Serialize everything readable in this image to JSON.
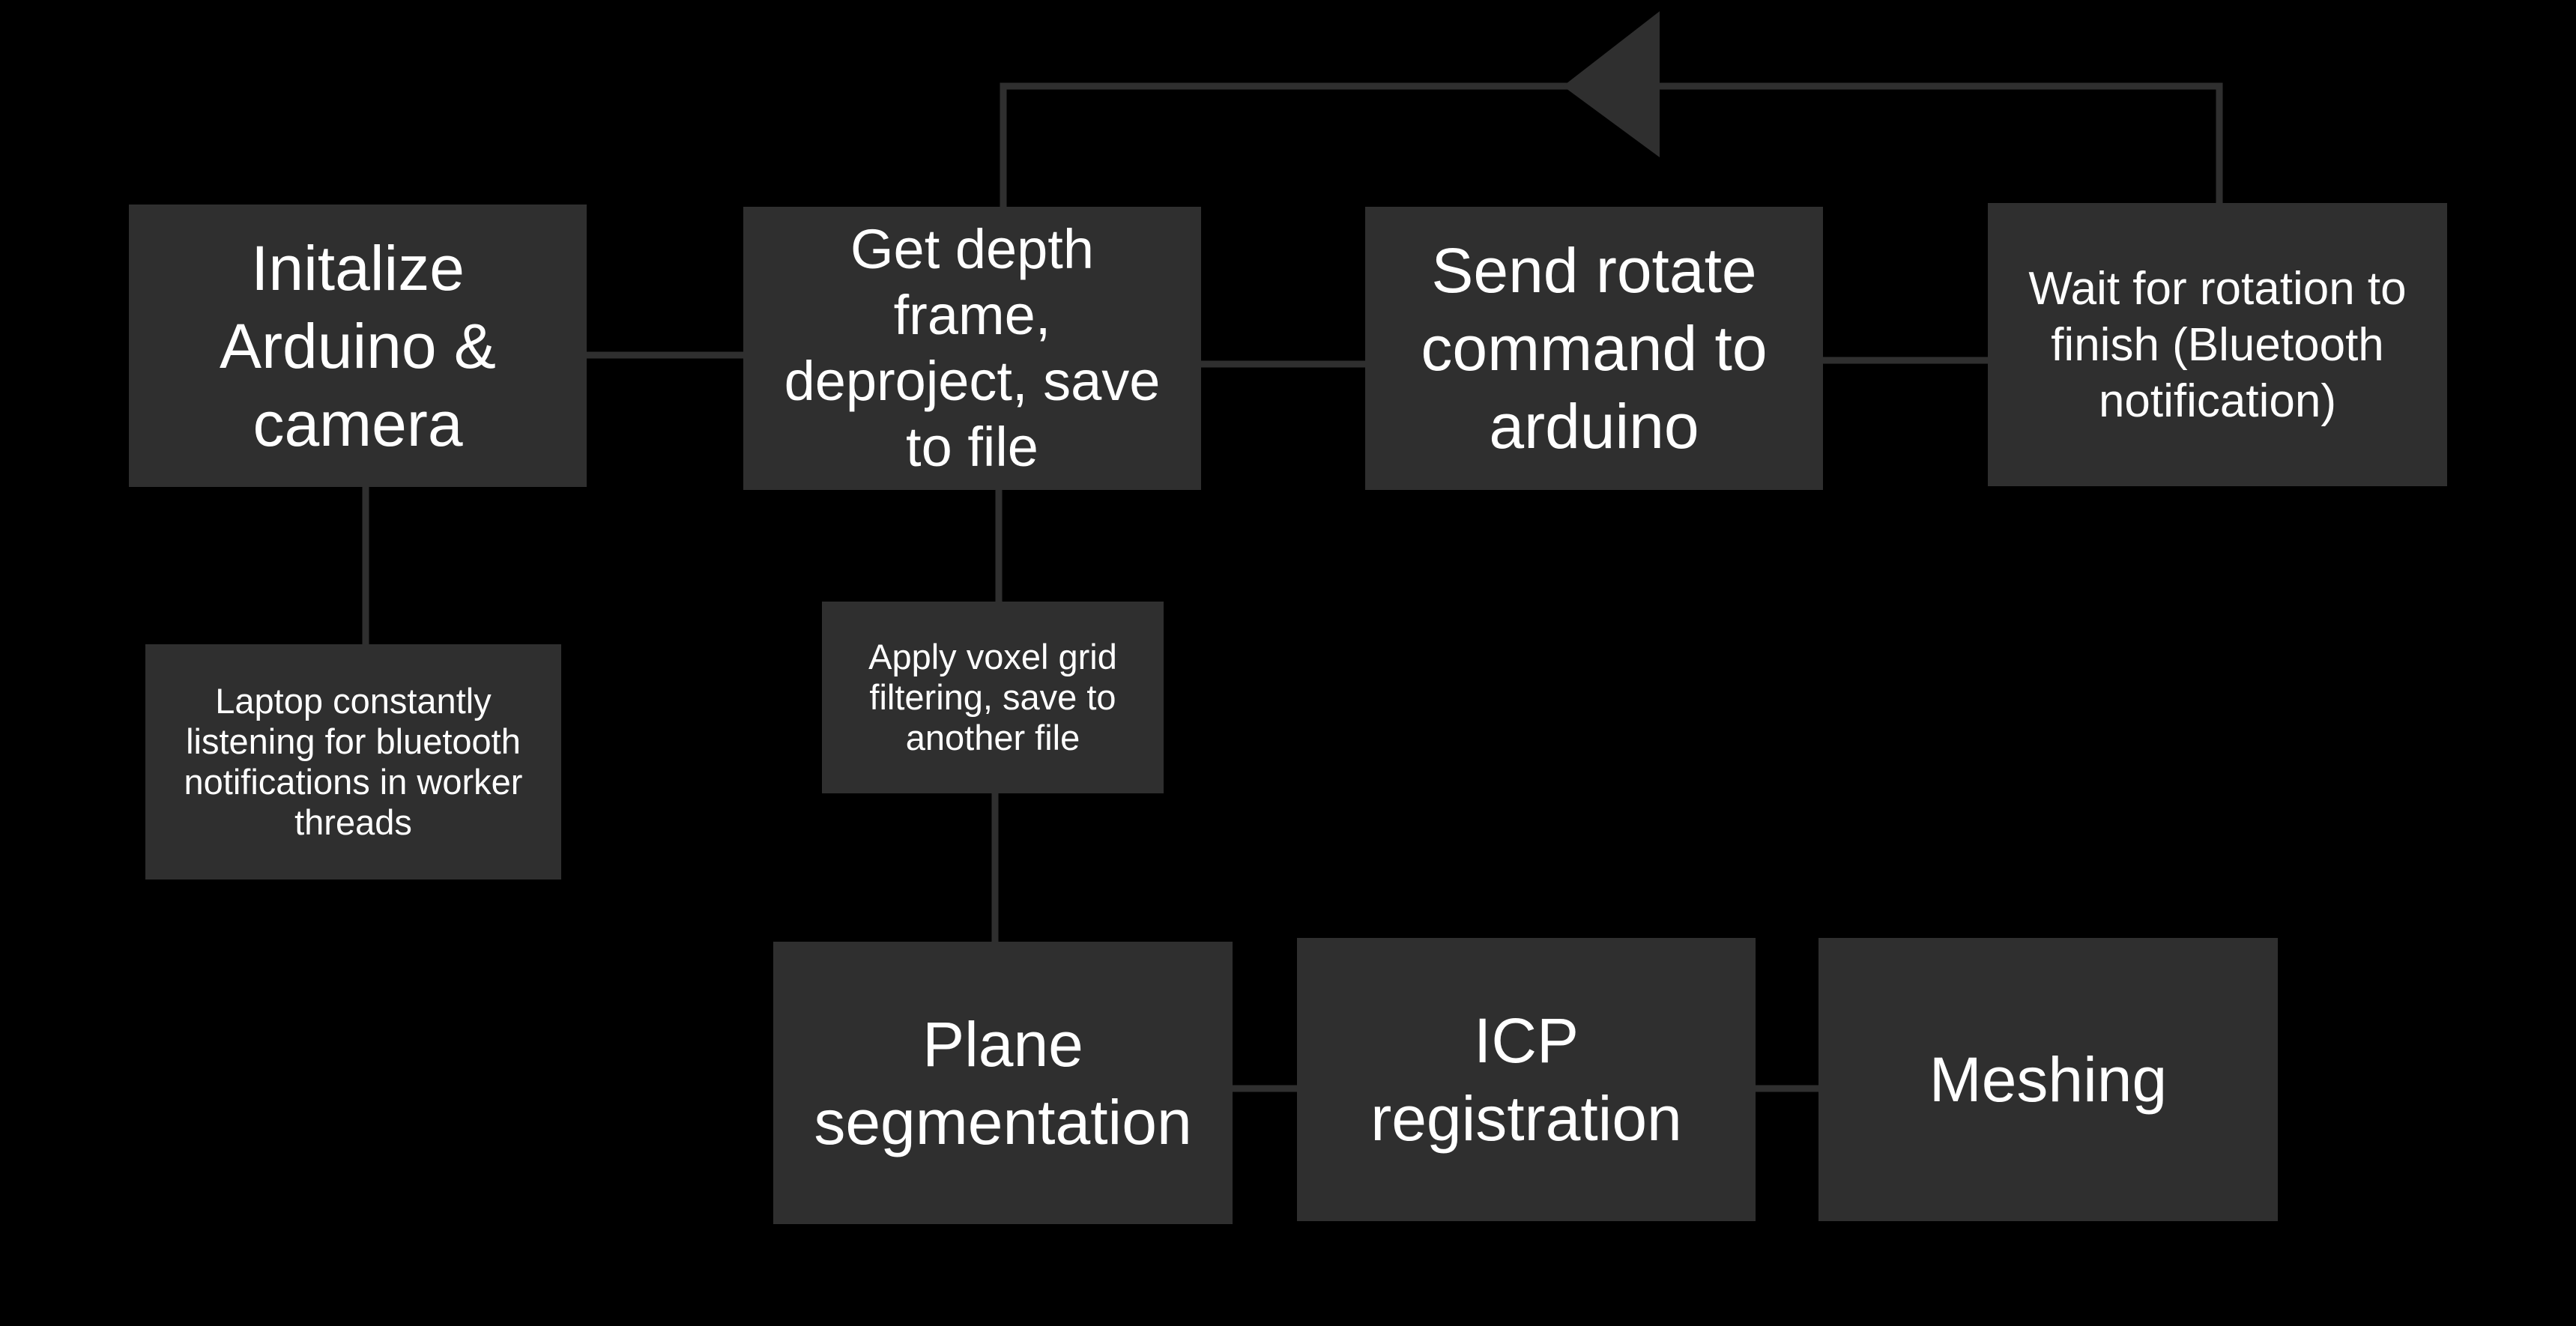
{
  "colors": {
    "background": "#000000",
    "box_fill": "#2f2f2f",
    "connector": "#2f2f2f",
    "text": "#ffffff"
  },
  "boxes": {
    "init": "Initalize\nArduino &\ncamera",
    "get_depth": "Get depth\nframe,\ndeproject, save\nto file",
    "send_rotate": "Send rotate\ncommand to\narduino",
    "wait_rotation": "Wait for rotation to\nfinish (Bluetooth\nnotification)",
    "laptop_listen": "Laptop constantly\nlistening for bluetooth\nnotifications in worker\nthreads",
    "voxel_filter": "Apply voxel grid\nfiltering, save to\nanother file",
    "plane_seg": "Plane\nsegmentation",
    "icp_reg": "ICP\nregistration",
    "meshing": "Meshing"
  }
}
